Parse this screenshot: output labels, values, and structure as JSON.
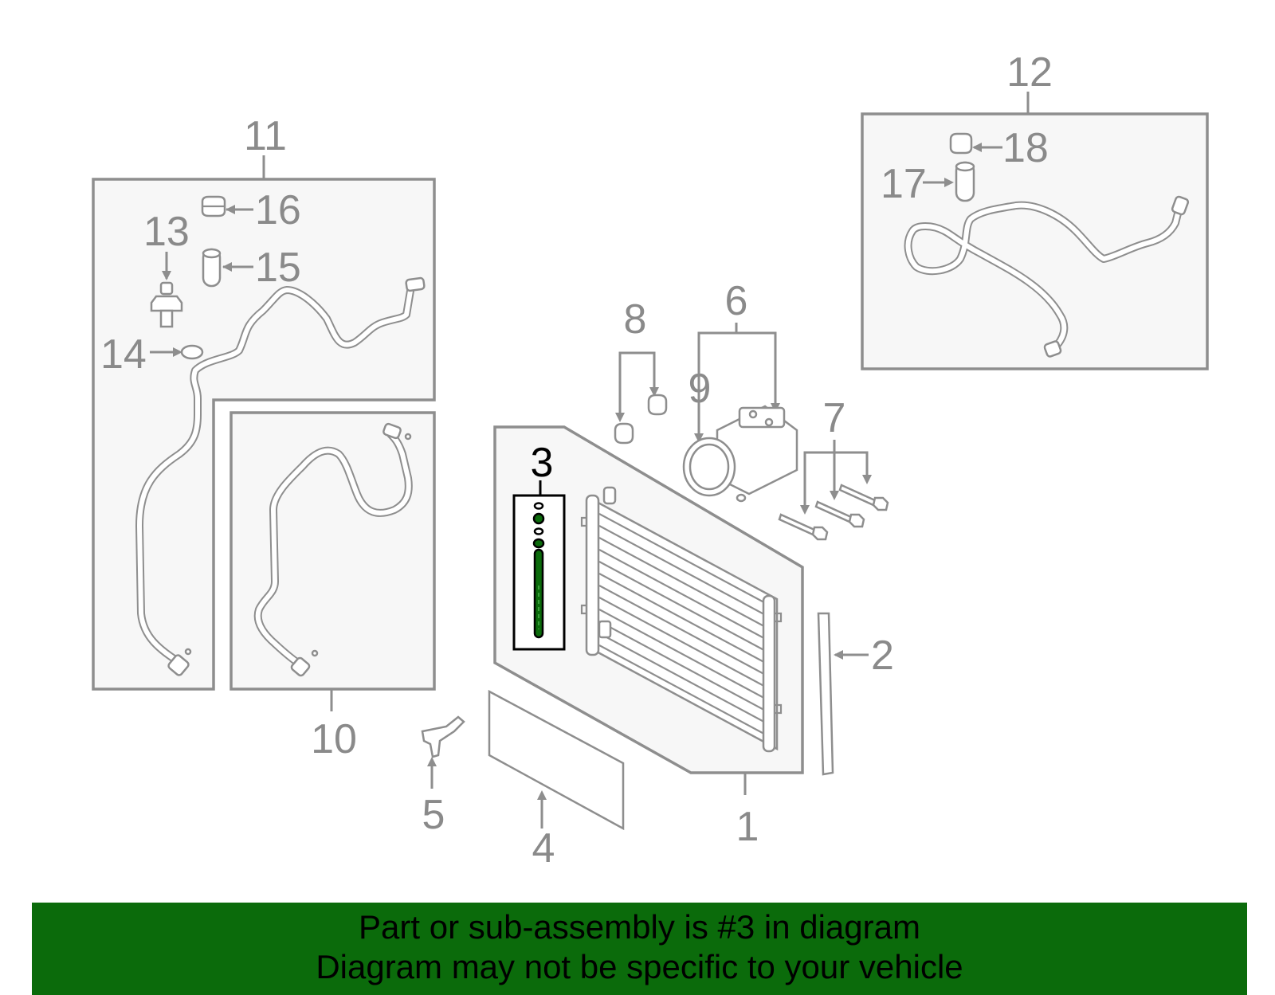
{
  "labels": {
    "p1": "1",
    "p2": "2",
    "p3": "3",
    "p4": "4",
    "p5": "5",
    "p6": "6",
    "p7": "7",
    "p8": "8",
    "p9": "9",
    "p10": "10",
    "p11": "11",
    "p12": "12",
    "p13": "13",
    "p14": "14",
    "p15": "15",
    "p16": "16",
    "p17": "17",
    "p18": "18"
  },
  "highlight": {
    "part": "3",
    "color": "#0b6b0b"
  },
  "colors": {
    "line": "#8e8e8e",
    "fill": "#f7f7f7",
    "banner": "#0b6b0b",
    "highlight_box": "#000000"
  },
  "banner": {
    "line1": "Part or sub-assembly is #3 in diagram",
    "line2": "Diagram may not be specific to your vehicle"
  }
}
